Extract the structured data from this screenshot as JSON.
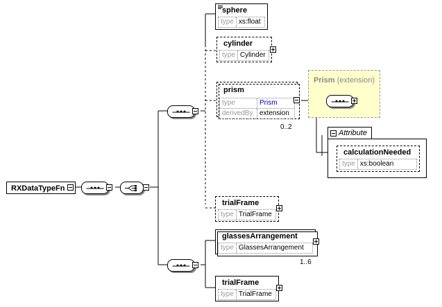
{
  "root": {
    "name": "RXDataTypeFn"
  },
  "elements": {
    "sphere": {
      "name": "sphere",
      "props": [
        {
          "key": "type",
          "value": "xs:float"
        }
      ]
    },
    "cylinder": {
      "name": "cylinder",
      "props": [
        {
          "key": "type",
          "value": "Cylinder"
        }
      ]
    },
    "prism": {
      "name": "prism",
      "props": [
        {
          "key": "type",
          "value": "Prism"
        },
        {
          "key": "derivedBy",
          "value": "extension"
        }
      ],
      "occurrence": "0..2"
    },
    "trialFrame_optional": {
      "name": "trialFrame",
      "props": [
        {
          "key": "type",
          "value": "TrialFrame"
        }
      ]
    },
    "glassesArrangement": {
      "name": "glassesArrangement",
      "props": [
        {
          "key": "type",
          "value": "GlassesArrangement"
        }
      ],
      "occurrence": "1..6"
    },
    "trialFrame": {
      "name": "trialFrame",
      "props": [
        {
          "key": "type",
          "value": "TrialFrame"
        }
      ]
    }
  },
  "extension": {
    "name": "Prism",
    "kind": "(extension)"
  },
  "attributes": {
    "group_label": "Attribute",
    "items": [
      {
        "name": "calculationNeeded",
        "props": [
          {
            "key": "type",
            "value": "xs:boolean"
          }
        ]
      }
    ]
  },
  "colors": {
    "extension_fill": "#ffffcc",
    "type_link": "#0000cc",
    "muted": "#999999"
  },
  "icons": [
    "documentation-icon",
    "expand-plus-icon",
    "collapse-minus-icon",
    "sequence-compositor-icon",
    "choice-compositor-icon"
  ]
}
